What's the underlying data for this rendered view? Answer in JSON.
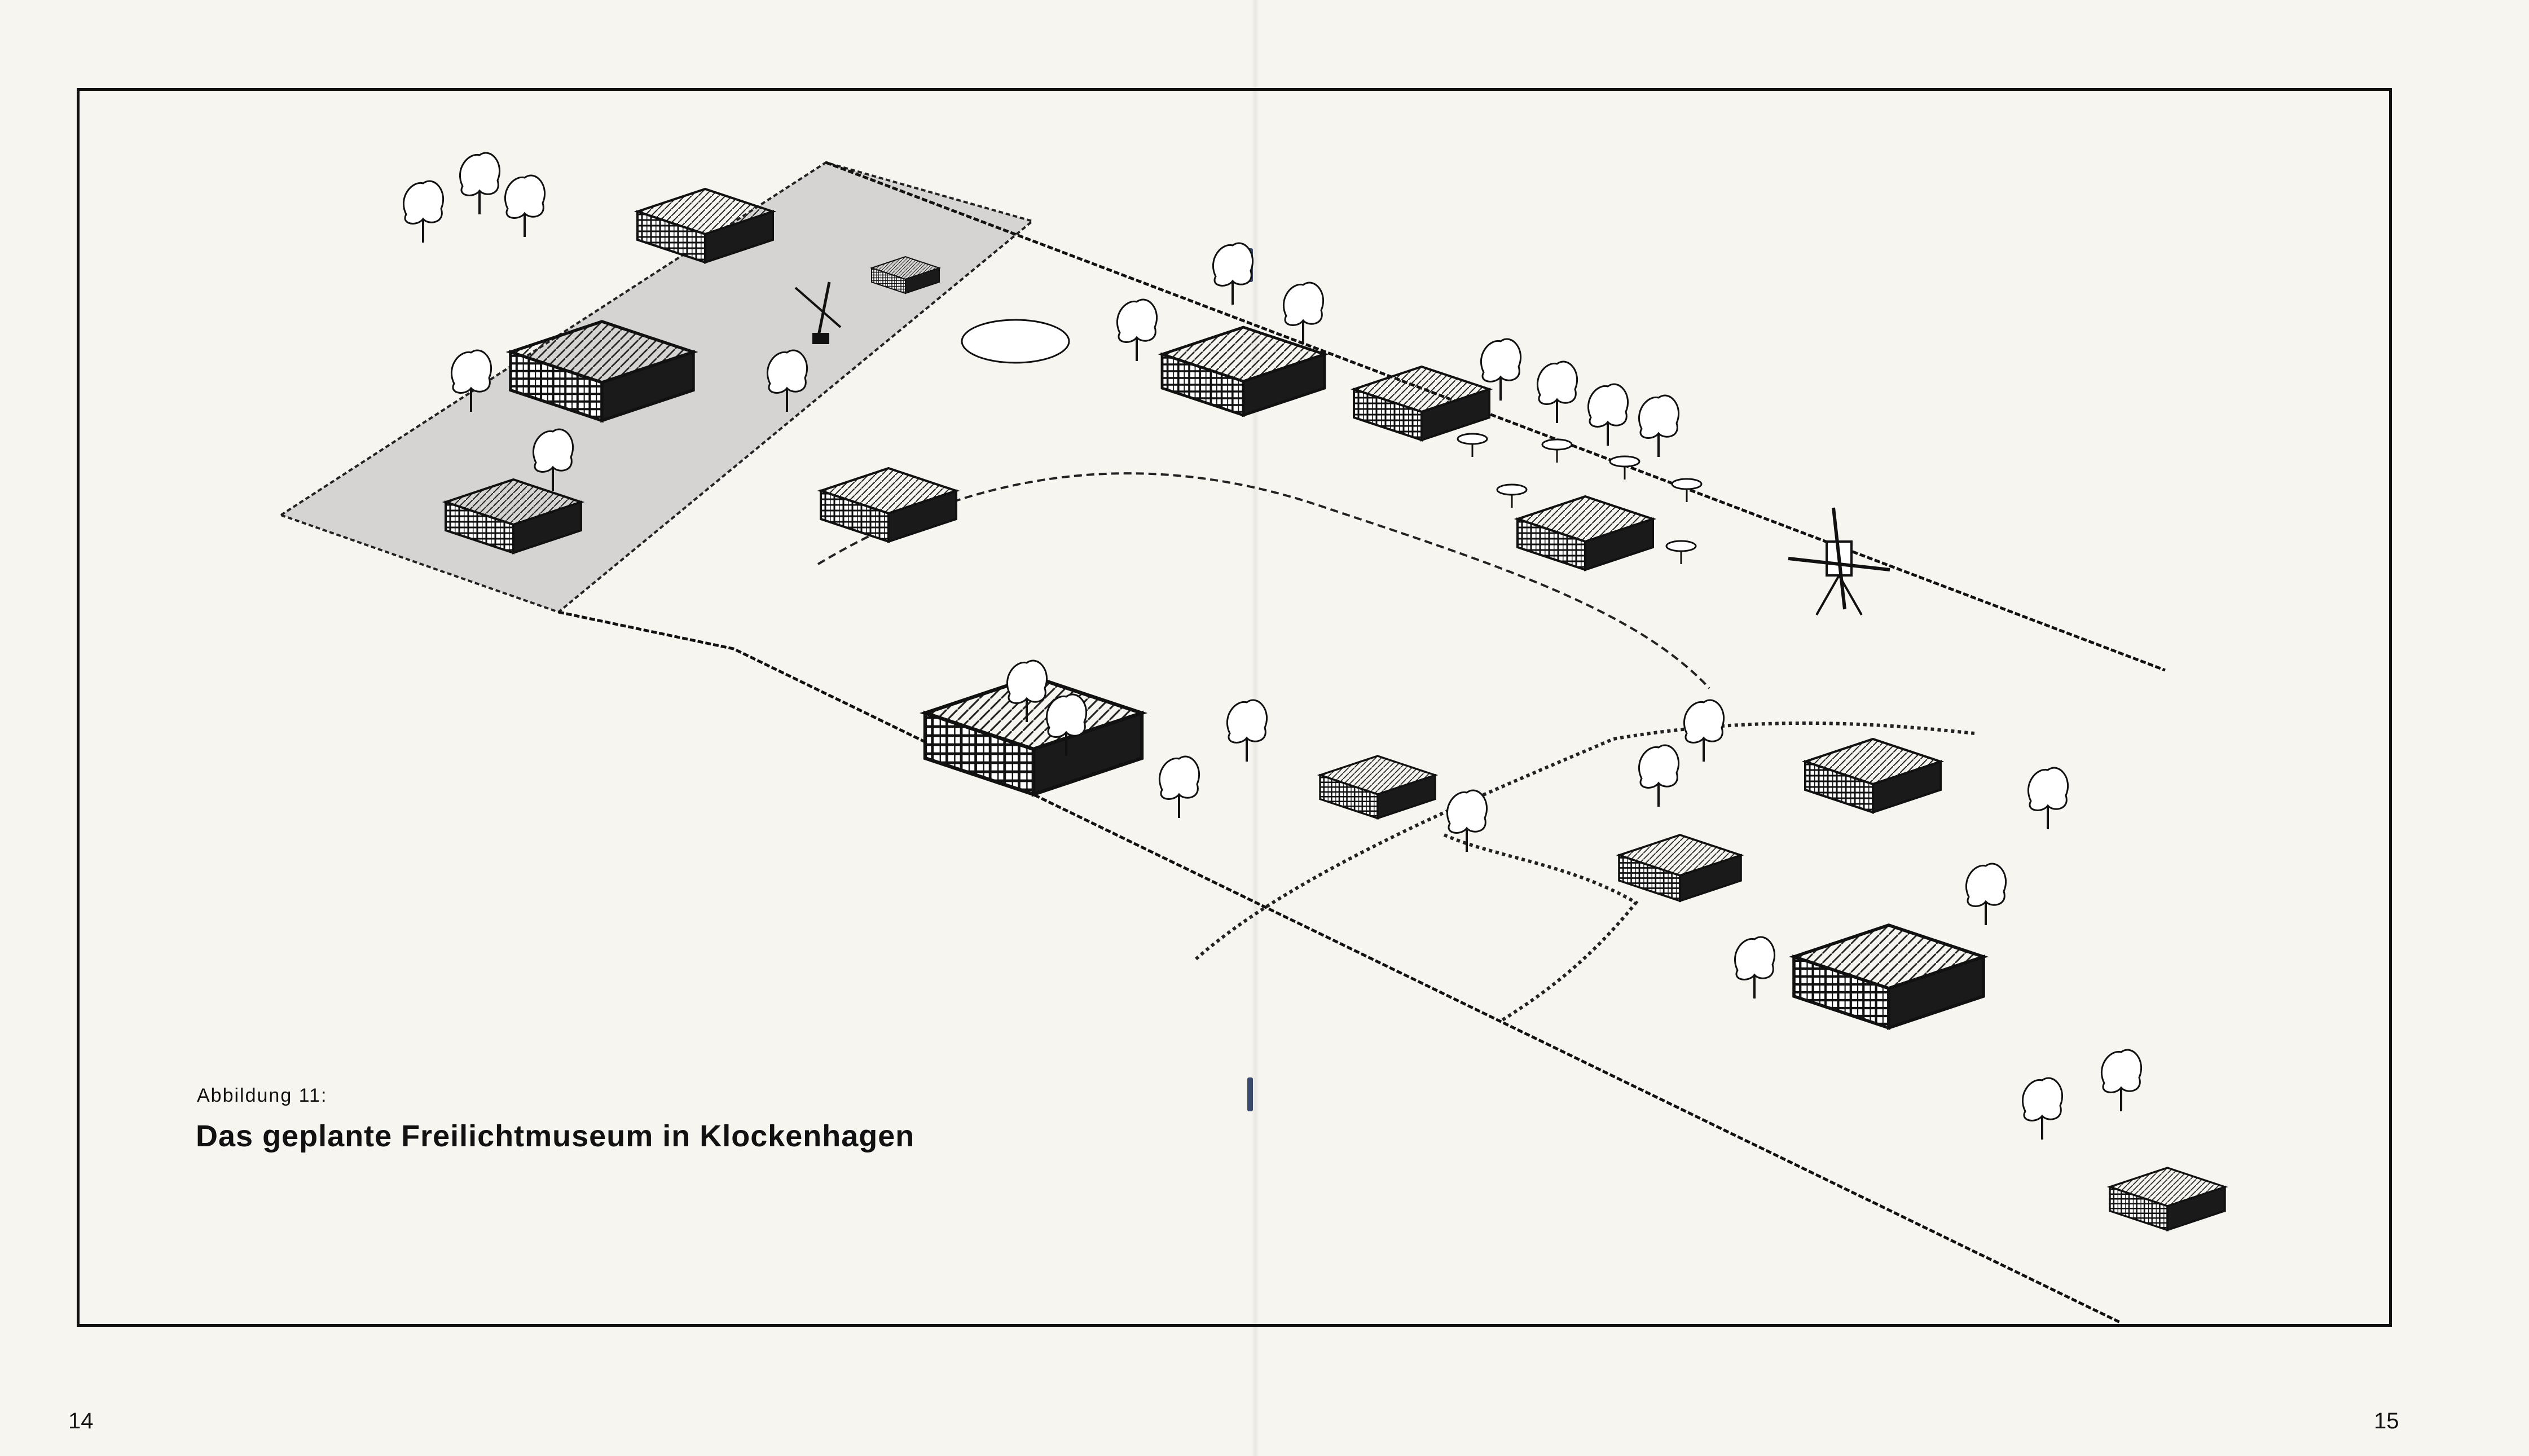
{
  "figure": {
    "label": "Abbildung 11:",
    "title": "Das geplante Freilichtmuseum in Klockenhagen"
  },
  "pages": {
    "left": "14",
    "right": "15"
  },
  "colors": {
    "paper": "#f7f5f0",
    "ink": "#111111",
    "shaded_area": "#d6d4d2"
  }
}
